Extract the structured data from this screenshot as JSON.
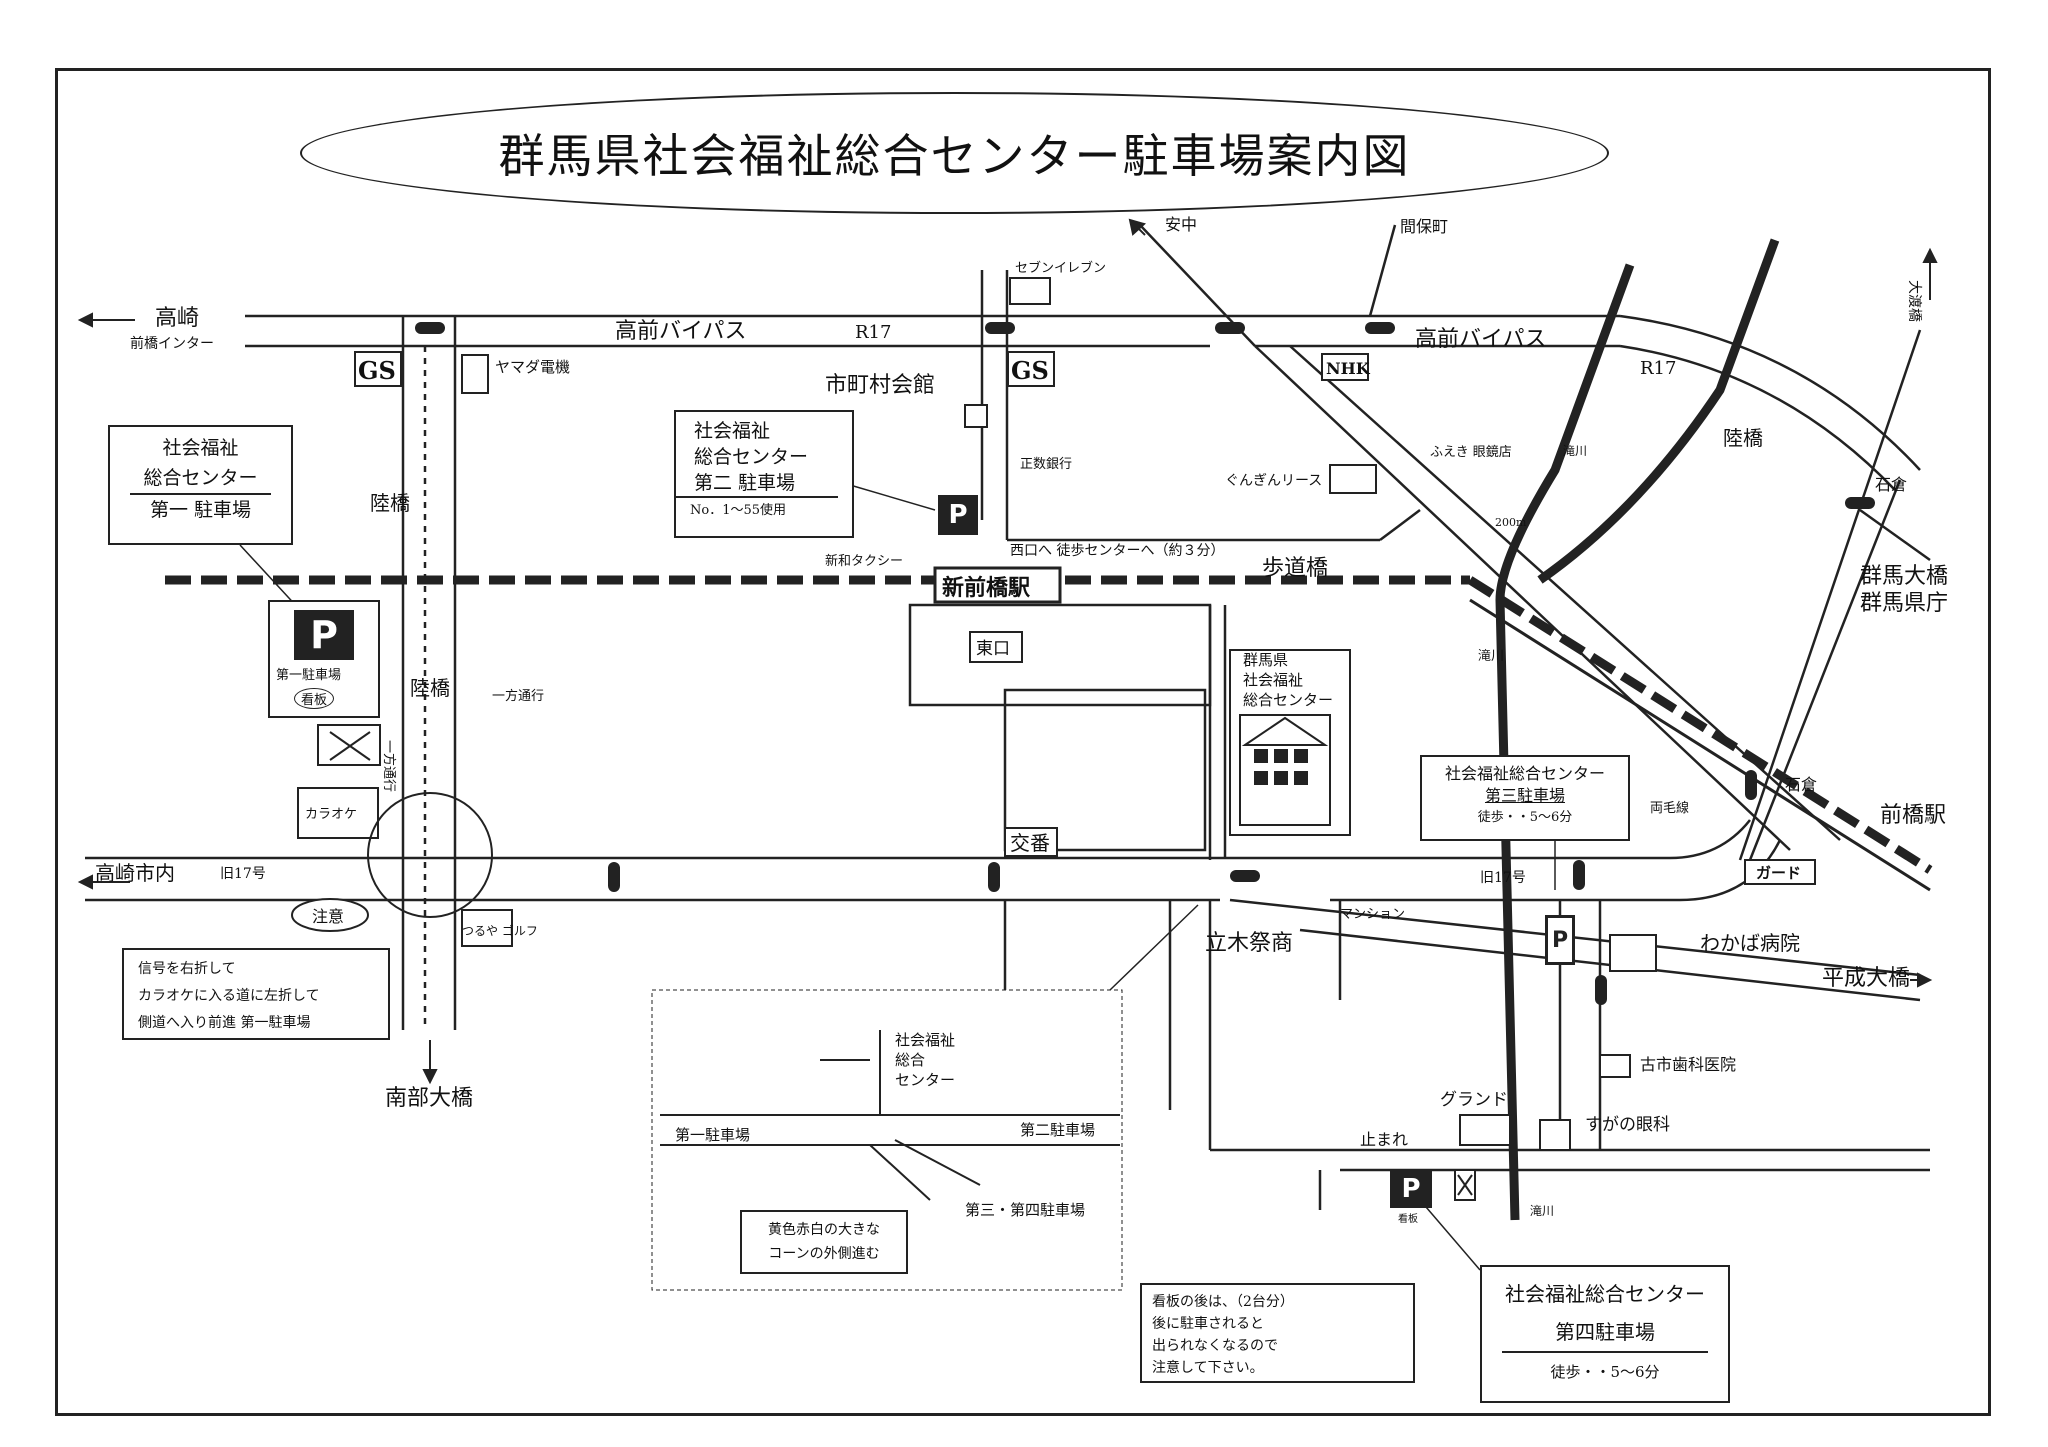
{
  "title": "群馬県社会福祉総合センター駐車場案内図",
  "parking": {
    "first": {
      "line1": "社会福祉",
      "line2": "総合センター",
      "line3": "第一 駐車場",
      "map_label": "第一駐車場",
      "icon": "P"
    },
    "second": {
      "line1": "社会福祉",
      "line2": "総合センター",
      "line3": "第二 駐車場",
      "note": "No．1～55使用",
      "icon": "P"
    },
    "third": {
      "line1": "社会福祉総合センター",
      "line2": "第三駐車場",
      "line3": "徒歩・・5～6分",
      "icon": "P"
    },
    "fourth": {
      "line1": "社会福祉総合センター",
      "line2": "第四駐車場",
      "line3": "徒歩・・5～6分",
      "icon": "P",
      "map_label": "看板"
    }
  },
  "notes": {
    "first_route": [
      "信号を右折して",
      "カラオケに入る道に左折して",
      "側道へ入り前進 第一駐車場"
    ],
    "fourth_warning": [
      "看板の後は、（2台分）",
      "後に駐車されると",
      "出られなくなるので",
      "注意して下さい。"
    ],
    "inset_cone": [
      "黄色赤白の大きな",
      "コーンの外側進む"
    ]
  },
  "inset": {
    "center": [
      "社会福祉",
      "総合",
      "センター"
    ],
    "first": "第一駐車場",
    "second": "第二駐車場",
    "third_fourth": "第三・第四駐車場"
  },
  "places": {
    "takasaki": "高崎",
    "maebashi_ic": "前橋インター",
    "takamae_bypass": "高前バイパス",
    "r17": "R17",
    "seven_eleven": "セブンイレブン",
    "yamada": "ヤマダ電機",
    "gs": "GS",
    "shichoson": "市町村会館",
    "shoko": "正数銀行",
    "nhk": "NHK",
    "gunma_lease": "ぐんぎんリース",
    "fueki": "ふえき 眼鏡店",
    "shinwa_taxi": "新和タクシー",
    "walk_center": "西口へ 徒歩センターへ（約３分）",
    "shin_maebashi": "新前橋駅",
    "hodokyo": "歩道橋",
    "higashiguchi": "東口",
    "center_building": [
      "群馬県",
      "社会福祉",
      "総合センター"
    ],
    "rikkyo": "陸橋",
    "ippo_tsuko": "一方通行",
    "ippo_tsuko2": "一方通行",
    "kanban": "看板",
    "karaoke": "カラオケ",
    "chui": "注意",
    "tsuruya": "つるや ゴルフ",
    "takasaki_shinai": "高崎市内",
    "kyu17": "旧17号",
    "kosaten": "交番",
    "nanbu_ohashi": "南部大橋",
    "anaka": "安中",
    "mabashi": "間保町",
    "ojiro": "大渡橋",
    "ishikura": "石倉",
    "gunma_ohashi": "群馬大橋",
    "gunma_kencho": "群馬県庁",
    "maebashi_eki": "前橋駅",
    "ryomosen": "両毛線",
    "gado": "ガード",
    "takigawa": "滝川",
    "mansion": "マンション",
    "tachiki": "立木祭商",
    "wakaba": "わかば病院",
    "heisei_ohashi": "平成大橋",
    "koichi": "古市歯科医院",
    "grand": "グランド",
    "sugano": "すがの眼科",
    "tomare": "止まれ",
    "distance_200": "200m",
    "ishikura2": "石倉"
  },
  "colors": {
    "ink": "#111111",
    "rail": "#333333",
    "paper": "#ffffff"
  }
}
